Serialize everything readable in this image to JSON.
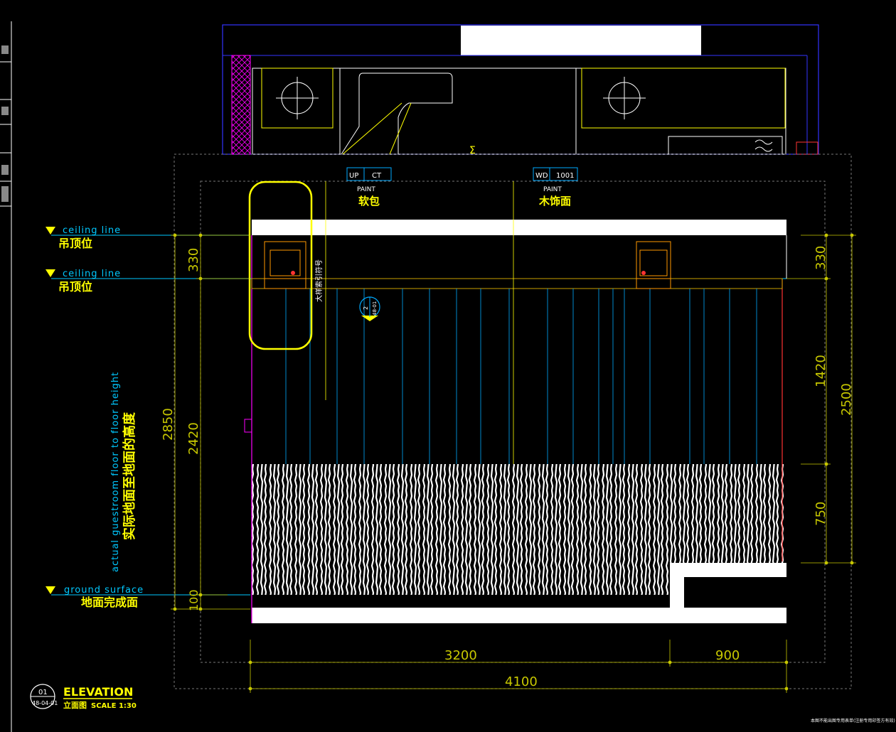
{
  "drawing": {
    "title": "ELEVATION",
    "title_cn": "立面图",
    "scale": "SCALE  1:30",
    "ref_number": "01",
    "ref_sheet": "48-04-01",
    "footer_note": "本图不能出图专用表单(注册专用印签方有效)"
  },
  "levels": [
    {
      "en": "ceiling line",
      "cn": "吊顶位"
    },
    {
      "en": "ceiling line",
      "cn": "吊顶位"
    },
    {
      "en": "ground surface",
      "cn": "地面完成面"
    }
  ],
  "vertical_note": {
    "en": "actual guestroom floor to floor height",
    "cn": "实际地面至地面的高度"
  },
  "material_tags": [
    {
      "code_a": "UP",
      "code_b": "CT",
      "label": "PAINT",
      "cn": "软包"
    },
    {
      "code_a": "WD",
      "code_b": "1001",
      "label": "PAINT",
      "cn": "木饰面"
    }
  ],
  "section_marker": {
    "top": "2",
    "bottom": "48-01"
  },
  "side_note": "大样索引符号",
  "dimensions": {
    "left_outer": "2850",
    "left_inner": "2420",
    "left_top": "330",
    "left_bottom": "100",
    "right_top": "330",
    "right_mid": "1420",
    "right_low": "750",
    "right_total": "2500",
    "bottom_a": "3200",
    "bottom_b": "900",
    "bottom_total": "4100"
  },
  "icons": [
    "level-triangle-icon",
    "section-marker-icon",
    "detail-ref-circle-icon"
  ]
}
